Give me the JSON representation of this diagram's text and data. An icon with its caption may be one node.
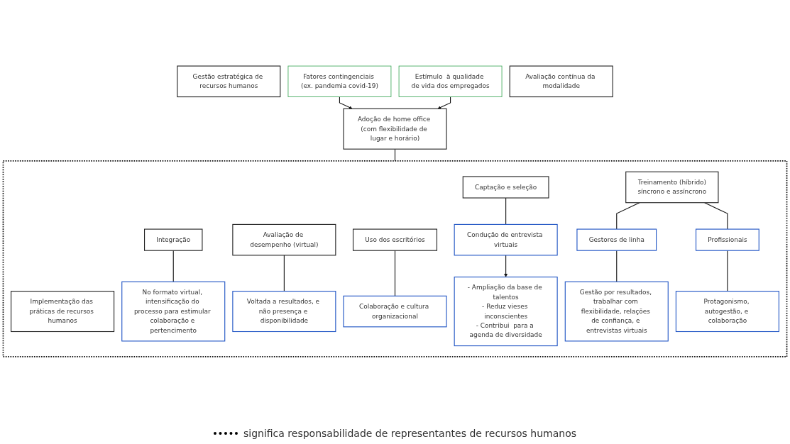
{
  "diagram": {
    "nodes": [
      {
        "text": [
          "Gestão estratégica de recursos humanos"
        ]
      },
      {
        "text": [
          "Fatores contingenciais (ex. pandemia covid-19)"
        ]
      },
      {
        "text": [
          "Adoção de home office (com flexibilidade de lugar e horário)"
        ]
      },
      {
        "text": [
          "Estímulo  à qualidade de vida dos empregados"
        ]
      },
      {
        "text": [],
        "shape": "box"
      },
      {
        "text": [
          "Implementação das práticas de recursos humanos"
        ],
        "in": 4
      },
      {
        "text": [
          "Captação e seleção"
        ],
        "in": 4
      },
      {
        "text": [
          "Integração"
        ],
        "in": 4
      },
      {
        "text": [
          "Treinamento (híbrido)",
          "síncrono e assíncrono"
        ],
        "in": 4
      },
      {
        "text": [
          "Avaliação de desempenho (virtual)"
        ],
        "in": 4
      },
      {
        "text": [
          "Uso dos escritórios"
        ],
        "in": 4
      },
      {
        "text": [
          "Condução de entrevista virtuais"
        ],
        "in": 4
      },
      {
        "text": [
          "No formato virtual, intensificação do processo para estimular colaboração e pertencimento"
        ],
        "in": 4
      },
      {
        "text": [
          "Gestores de linha"
        ],
        "in": 4
      },
      {
        "text": [
          "Profissionais"
        ],
        "in": 4
      },
      {
        "text": [
          "Voltada a resultados, e não presença e disponibilidade"
        ],
        "in": 4
      },
      {
        "text": [
          "Colaboração e cultura organizacional"
        ],
        "in": 4
      },
      {
        "text": [
          "- Ampliação da base de talentos",
          "- Reduz vieses inconscientes",
          "- Contribui  para a agenda de diversidade"
        ],
        "in": 4
      },
      {
        "text": [
          "Gestão por resultados, trabalhar com flexibilidade, relações de confiança, e entrevistas virtuais"
        ],
        "in": 4
      },
      {
        "text": [
          "Protagonismo, autogestão, e colaboração"
        ],
        "in": 4
      },
      {
        "text": [
          "Avaliação contínua da modalidade"
        ]
      }
    ],
    "edges": [
      {
        "from": 1,
        "to": 2,
        "arrow": "to"
      },
      {
        "from": 3,
        "to": 2,
        "arrow": "to"
      },
      {
        "from": 2,
        "to": 4,
        "arrow": "none"
      },
      {
        "from": 6,
        "to": 11,
        "arrow": "none"
      },
      {
        "from": 7,
        "to": 12,
        "arrow": "none"
      },
      {
        "from": 8,
        "to": 13,
        "arrow": "none"
      },
      {
        "from": 8,
        "to": 14,
        "arrow": "none"
      },
      {
        "from": 9,
        "to": 15,
        "arrow": "none"
      },
      {
        "from": 10,
        "to": 16,
        "arrow": "none"
      },
      {
        "from": 11,
        "to": 17,
        "arrow": "to"
      },
      {
        "from": 13,
        "to": 18,
        "arrow": "none"
      },
      {
        "from": 14,
        "to": 19,
        "arrow": "none"
      }
    ],
    "legend": [
      {
        "text": "significa responsabilidade de representantes de recursos humanos"
      }
    ]
  }
}
